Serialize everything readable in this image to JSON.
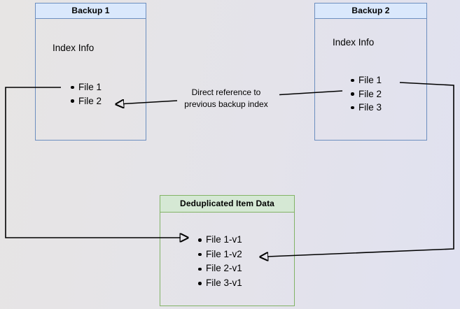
{
  "diagram": {
    "backup1": {
      "title": "Backup 1",
      "body_label": "Index Info",
      "items": [
        "File 1",
        "File 2"
      ]
    },
    "backup2": {
      "title": "Backup 2",
      "body_label": "Index Info",
      "items": [
        "File 1",
        "File 2",
        "File 3"
      ]
    },
    "dedup": {
      "title": "Deduplicated Item Data",
      "items": [
        "File 1-v1",
        "File 1-v2",
        "File 2-v1",
        "File 3-v1"
      ]
    },
    "annotation": {
      "line1": "Direct reference to",
      "line2": "previous backup index"
    },
    "colors": {
      "blue_border": "#6c8ebf",
      "blue_header_fill": "#dae8fc",
      "green_border": "#82b366",
      "green_header_fill": "#d5e8d4",
      "connector": "#000000"
    }
  }
}
